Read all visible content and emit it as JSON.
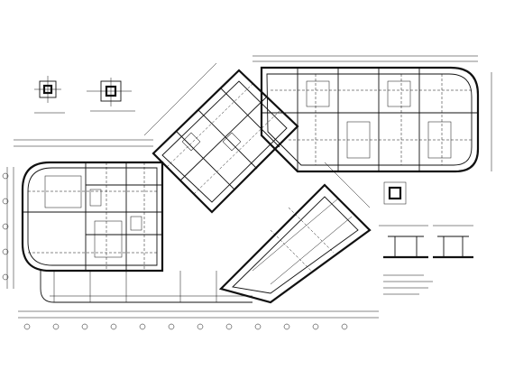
{
  "drawing": {
    "background": "#ffffff",
    "line_color": "#111111",
    "grid_bubble_count_bottom": 12,
    "grid_bubble_count_left": 5,
    "details": [
      {
        "name": "column-joint-detail"
      },
      {
        "name": "beam-section-detail"
      },
      {
        "name": "column-section-detail"
      },
      {
        "name": "foundation-section-detail-1"
      },
      {
        "name": "foundation-section-detail-2"
      }
    ]
  }
}
